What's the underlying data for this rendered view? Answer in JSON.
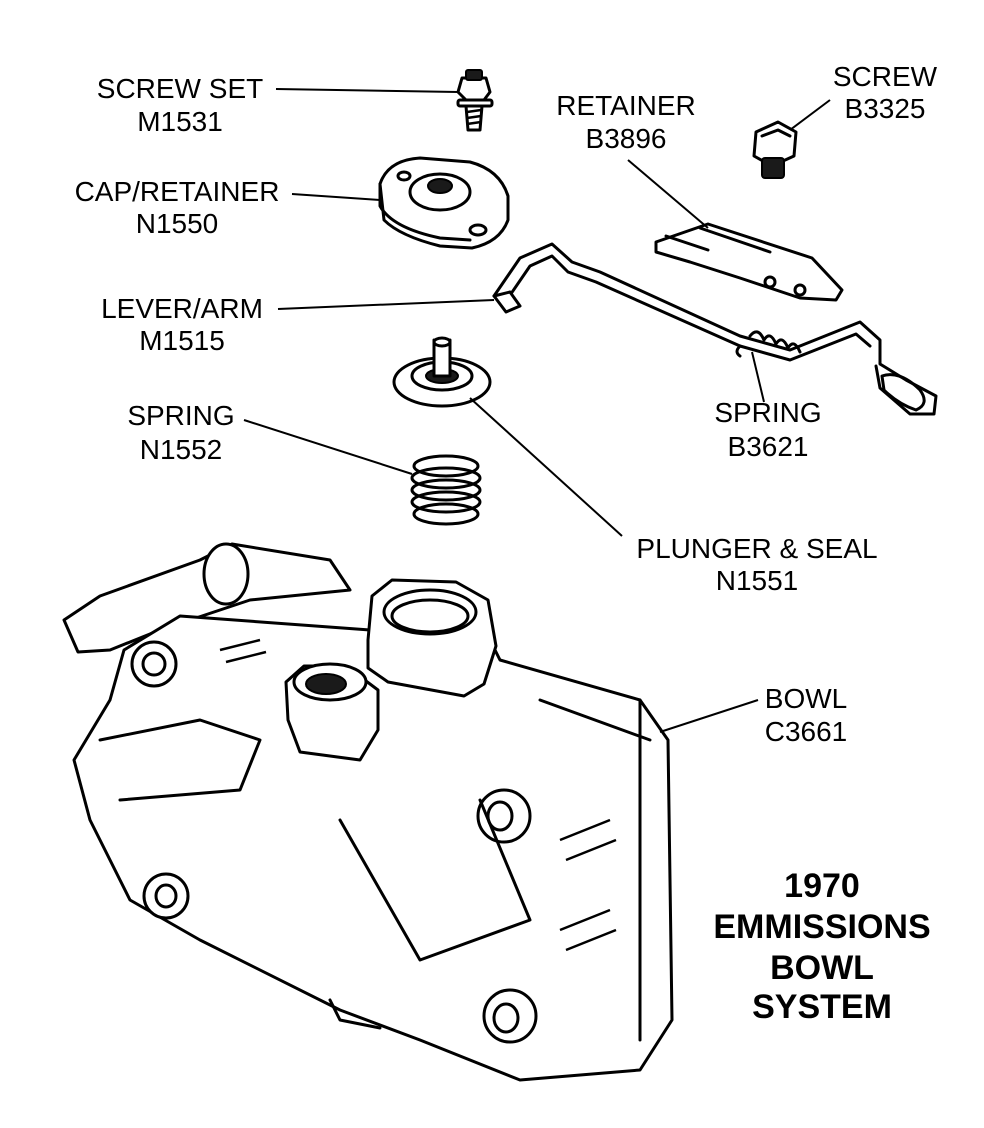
{
  "parts": [
    {
      "id": "screw-set",
      "name": "SCREW SET",
      "number": "M1531"
    },
    {
      "id": "cap-retainer",
      "name": "CAP/RETAINER",
      "number": "N1550"
    },
    {
      "id": "lever-arm",
      "name": "LEVER/ARM",
      "number": "M1515"
    },
    {
      "id": "spring-small",
      "name": "SPRING",
      "number": "N1552"
    },
    {
      "id": "retainer",
      "name": "RETAINER",
      "number": "B3896"
    },
    {
      "id": "screw",
      "name": "SCREW",
      "number": "B3325"
    },
    {
      "id": "spring-lever",
      "name": "SPRING",
      "number": "B3621"
    },
    {
      "id": "plunger-seal",
      "name": "PLUNGER & SEAL",
      "number": "N1551"
    },
    {
      "id": "bowl",
      "name": "BOWL",
      "number": "C3661"
    }
  ],
  "title": {
    "lines": [
      "1970",
      "EMMISSIONS",
      "BOWL",
      "SYSTEM"
    ]
  }
}
